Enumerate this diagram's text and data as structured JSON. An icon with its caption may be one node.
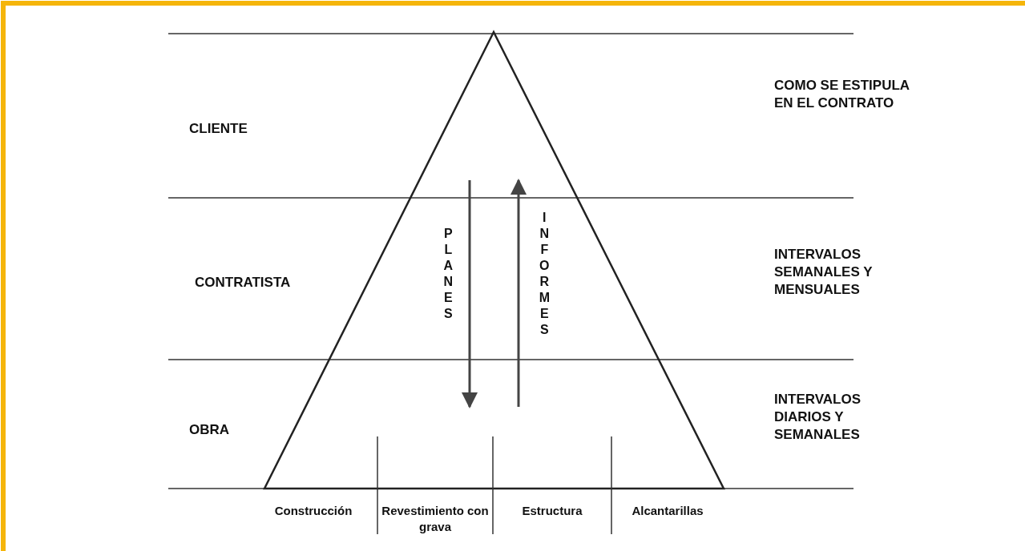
{
  "diagram": {
    "labels": [
      "CLIENTE",
      "COMO SE ESTIPULA EN EL CONTRATO",
      "PLANES",
      "INFORMES",
      "CONTRATISTA",
      "INTERVALOS SEMANALES Y MENSUALES",
      "OBRA",
      "INTERVALOS DIARIOS Y SEMANALES",
      "Construcción",
      "Revestimiento con grava",
      "Estructura",
      "Alcantarillas"
    ]
  }
}
